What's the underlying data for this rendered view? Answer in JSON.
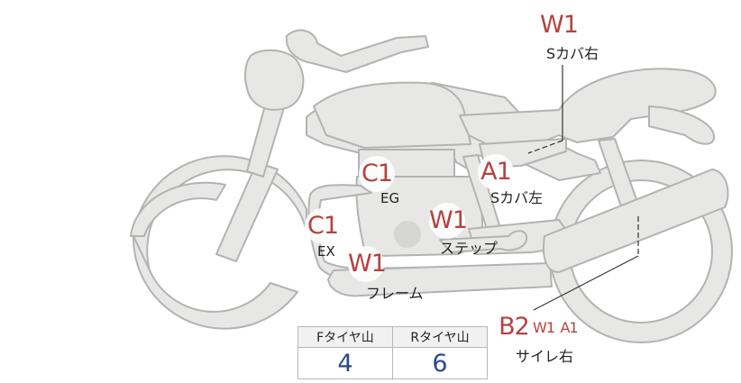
{
  "damage_marks": [
    {
      "name": "w1-side-cover-right",
      "code": "W1",
      "label": "Sカバ右"
    },
    {
      "name": "c1-engine",
      "code": "C1",
      "label": "EG"
    },
    {
      "name": "a1-side-cover-left",
      "code": "A1",
      "label": "Sカバ左"
    },
    {
      "name": "c1-exhaust",
      "code": "C1",
      "label": "EX"
    },
    {
      "name": "w1-step",
      "code": "W1",
      "label": "ステップ"
    },
    {
      "name": "w1-frame",
      "code": "W1",
      "label": "フレーム"
    },
    {
      "name": "b2-silencer-right",
      "codes": [
        "B2",
        "W1",
        "A1"
      ],
      "label": "サイレ右"
    }
  ],
  "tire_table": {
    "headers": [
      "Fタイヤ山",
      "Rタイヤ山"
    ],
    "values": [
      "4",
      "6"
    ]
  },
  "colors": {
    "bike_fill": "#e7e7e5",
    "bike_stroke": "#b3b3b3",
    "code_text": "#b5423f",
    "value_text": "#2b4a86"
  }
}
